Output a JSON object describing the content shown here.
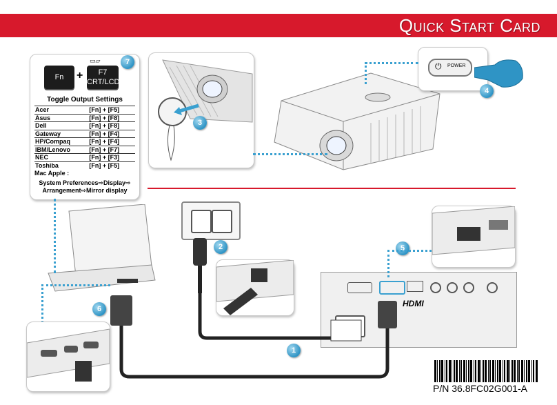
{
  "banner": {
    "title": "Quick Start Card",
    "color": "#d7192c"
  },
  "keys": {
    "fn_label": "Fn",
    "plus": "+",
    "f7_line1": "F7",
    "f7_line2": "CRT/LCD",
    "icon": "monitor-laptop-icon"
  },
  "toggle": {
    "title": "Toggle Output Settings",
    "rows": [
      {
        "brand": "Acer",
        "keys": "[Fn] + [F5]"
      },
      {
        "brand": "Asus",
        "keys": "[Fn] + [F8]"
      },
      {
        "brand": "Dell",
        "keys": "[Fn] + [F8]"
      },
      {
        "brand": "Gateway",
        "keys": "[Fn] + [F4]"
      },
      {
        "brand": "HP/Compaq",
        "keys": "[Fn] + [F4]"
      },
      {
        "brand": "IBM/Lenovo",
        "keys": "[Fn] + [F7]"
      },
      {
        "brand": "NEC",
        "keys": "[Fn] + [F3]"
      },
      {
        "brand": "Toshiba",
        "keys": "[Fn] + [F5]"
      }
    ],
    "mac_label": "Mac Apple :",
    "mac_line1": "System Preferences⇨Display⇨",
    "mac_line2": "Arrangement⇨Mirror display"
  },
  "steps": [
    "1",
    "2",
    "3",
    "4",
    "5",
    "6",
    "7"
  ],
  "power_button_label": "POWER",
  "hdmi_label": "HDMI",
  "part_number": "P/N 36.8FC02G001-A",
  "accent_blue": "#3aa0d0"
}
